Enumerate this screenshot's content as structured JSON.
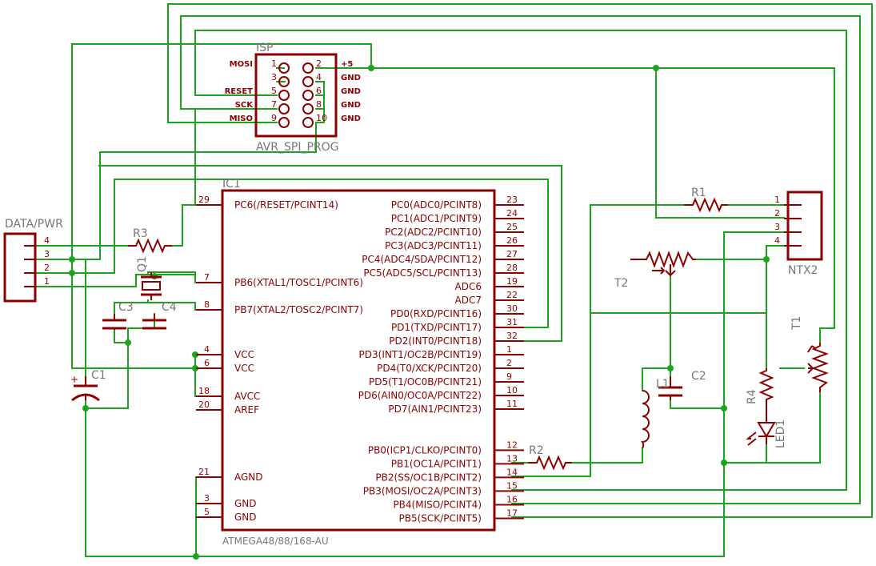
{
  "colors": {
    "wire": "#1ea31e",
    "part": "#8b0000",
    "label": "#777777",
    "background": "#ffffff"
  },
  "isp": {
    "name": "ISP",
    "value": "AVR_SPI_PROG",
    "left": [
      {
        "pin": "1",
        "sig": "MOSI"
      },
      {
        "pin": "3",
        "sig": ""
      },
      {
        "pin": "5",
        "sig": "RESET"
      },
      {
        "pin": "7",
        "sig": "SCK"
      },
      {
        "pin": "9",
        "sig": "MISO"
      }
    ],
    "right": [
      {
        "pin": "2",
        "sig": "+5"
      },
      {
        "pin": "4",
        "sig": "GND"
      },
      {
        "pin": "6",
        "sig": "GND"
      },
      {
        "pin": "8",
        "sig": "GND"
      },
      {
        "pin": "10",
        "sig": "GND"
      }
    ]
  },
  "ic": {
    "name": "IC1",
    "value": "ATMEGA48/88/168-AU",
    "left": [
      {
        "pin": "29",
        "sig": "PC6(/RESET/PCINT14)"
      },
      {
        "pin": "7",
        "sig": "PB6(XTAL1/TOSC1/PCINT6)"
      },
      {
        "pin": "8",
        "sig": "PB7(XTAL2/TOSC2/PCINT7)"
      },
      {
        "pin": "4",
        "sig": "VCC"
      },
      {
        "pin": "6",
        "sig": "VCC"
      },
      {
        "pin": "18",
        "sig": "AVCC"
      },
      {
        "pin": "20",
        "sig": "AREF"
      },
      {
        "pin": "21",
        "sig": "AGND"
      },
      {
        "pin": "3",
        "sig": "GND"
      },
      {
        "pin": "5",
        "sig": "GND"
      }
    ],
    "right": [
      {
        "pin": "23",
        "sig": "PC0(ADC0/PCINT8)"
      },
      {
        "pin": "24",
        "sig": "PC1(ADC1/PCINT9)"
      },
      {
        "pin": "25",
        "sig": "PC2(ADC2/PCINT10)"
      },
      {
        "pin": "26",
        "sig": "PC3(ADC3/PCINT11)"
      },
      {
        "pin": "27",
        "sig": "PC4(ADC4/SDA/PCINT12)"
      },
      {
        "pin": "28",
        "sig": "PC5(ADC5/SCL/PCINT13)"
      },
      {
        "pin": "19",
        "sig": "ADC6"
      },
      {
        "pin": "22",
        "sig": "ADC7"
      },
      {
        "pin": "30",
        "sig": "PD0(RXD/PCINT16)"
      },
      {
        "pin": "31",
        "sig": "PD1(TXD/PCINT17)"
      },
      {
        "pin": "32",
        "sig": "PD2(INT0/PCINT18)"
      },
      {
        "pin": "1",
        "sig": "PD3(INT1/OC2B/PCINT19)"
      },
      {
        "pin": "2",
        "sig": "PD4(T0/XCK/PCINT20)"
      },
      {
        "pin": "9",
        "sig": "PD5(T1/OC0B/PCINT21)"
      },
      {
        "pin": "10",
        "sig": "PD6(AIN0/OC0A/PCINT22)"
      },
      {
        "pin": "11",
        "sig": "PD7(AIN1/PCINT23)"
      },
      {
        "pin": "12",
        "sig": "PB0(ICP1/CLKO/PCINT0)"
      },
      {
        "pin": "13",
        "sig": "PB1(OC1A/PCINT1)"
      },
      {
        "pin": "14",
        "sig": "PB2(SS/OC1B/PCINT2)"
      },
      {
        "pin": "15",
        "sig": "PB3(MOSI/OC2A/PCINT3)"
      },
      {
        "pin": "16",
        "sig": "PB4(MISO/PCINT4)"
      },
      {
        "pin": "17",
        "sig": "PB5(SCK/PCINT5)"
      }
    ]
  },
  "dataPwr": {
    "name": "DATA/PWR",
    "pins": [
      "4",
      "3",
      "2",
      "1"
    ]
  },
  "ntx2": {
    "name": "NTX2",
    "pins": [
      "1",
      "2",
      "3",
      "4"
    ]
  },
  "parts": {
    "r1": "R1",
    "r2": "R2",
    "r3": "R3",
    "r4": "R4",
    "c1": "C1",
    "c2": "C2",
    "c3": "C3",
    "c4": "C4",
    "q1": "Q1",
    "l1": "L1",
    "t1": "T1",
    "t2": "T2",
    "led1": "LED1",
    "c1_polarity": "+"
  }
}
